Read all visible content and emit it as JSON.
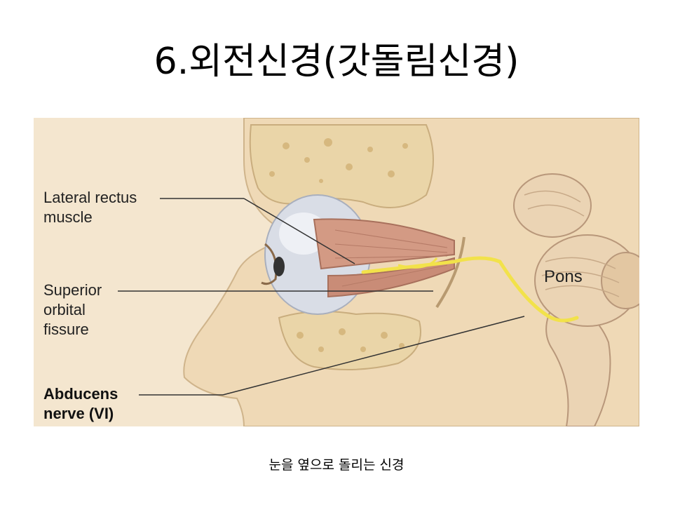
{
  "title": "6.외전신경(갓돌림신경)",
  "figure": {
    "labels": {
      "lateral_rectus": "Lateral rectus\nmuscle",
      "superior_orbital_fissure": "Superior\norbital\nfissure",
      "abducens_nerve": "Abducens\nnerve (VI)",
      "pons": "Pons"
    },
    "colors": {
      "background": "#f4e6cf",
      "nerve": "#f2e24a",
      "muscle": "#d39a84",
      "bone": "#e9d4a9",
      "eyeball": "#d9dde6"
    }
  },
  "caption": "눈을 옆으로 돌리는 신경"
}
